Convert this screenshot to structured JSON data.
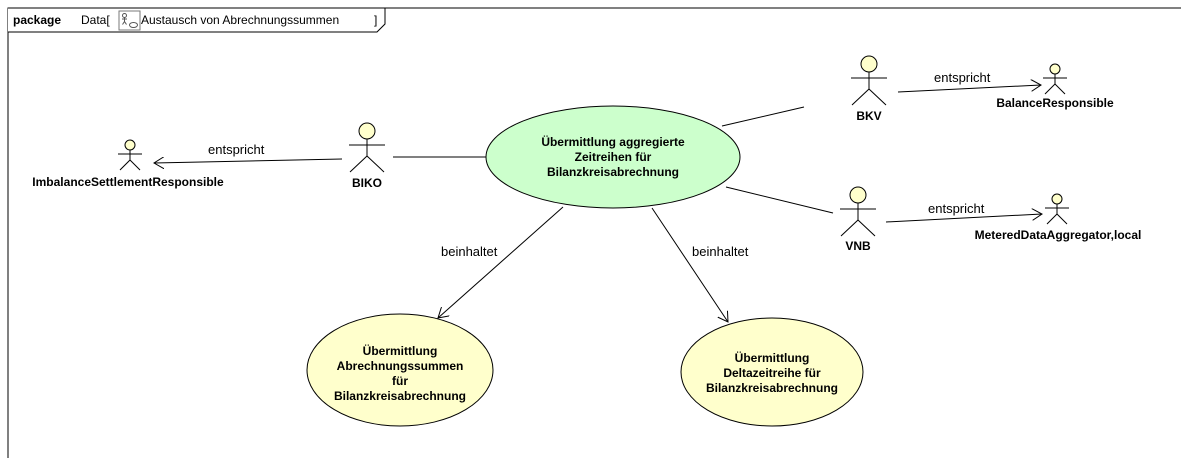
{
  "package": {
    "keyword": "package",
    "name_prefix": "Data[",
    "diagram_title": "Austausch von Abrechnungssummen",
    "name_suffix": "]",
    "diagram_icon": "use-case-diagram-icon"
  },
  "actors": {
    "biko": "BIKO",
    "bkv": "BKV",
    "vnb": "VNB",
    "imbalance": "ImbalanceSettlementResponsible",
    "balance": "BalanceResponsible",
    "metered": "MeteredDataAggregator,local"
  },
  "use_cases": {
    "main": [
      "Übermittlung aggregierte",
      "Zeitreihen für",
      "Bilanzkreisabrechnung"
    ],
    "sums": [
      "Übermittlung",
      "Abrechnungssummen",
      "für",
      "Bilanzkreisabrechnung"
    ],
    "delta": [
      "Übermittlung",
      "Deltazeitreihe für",
      "Bilanzkreisabrechnung"
    ]
  },
  "relations": {
    "biko_imbalance": "entspricht",
    "bkv_balance": "entspricht",
    "vnb_metered": "entspricht",
    "main_sums": "beinhaltet",
    "main_delta": "beinhaltet"
  },
  "colors": {
    "main_use_case_fill": "#ccffcc",
    "use_case_fill": "#ffffcc",
    "actor_head_fill": "#ffffcc",
    "line": "#000000"
  }
}
